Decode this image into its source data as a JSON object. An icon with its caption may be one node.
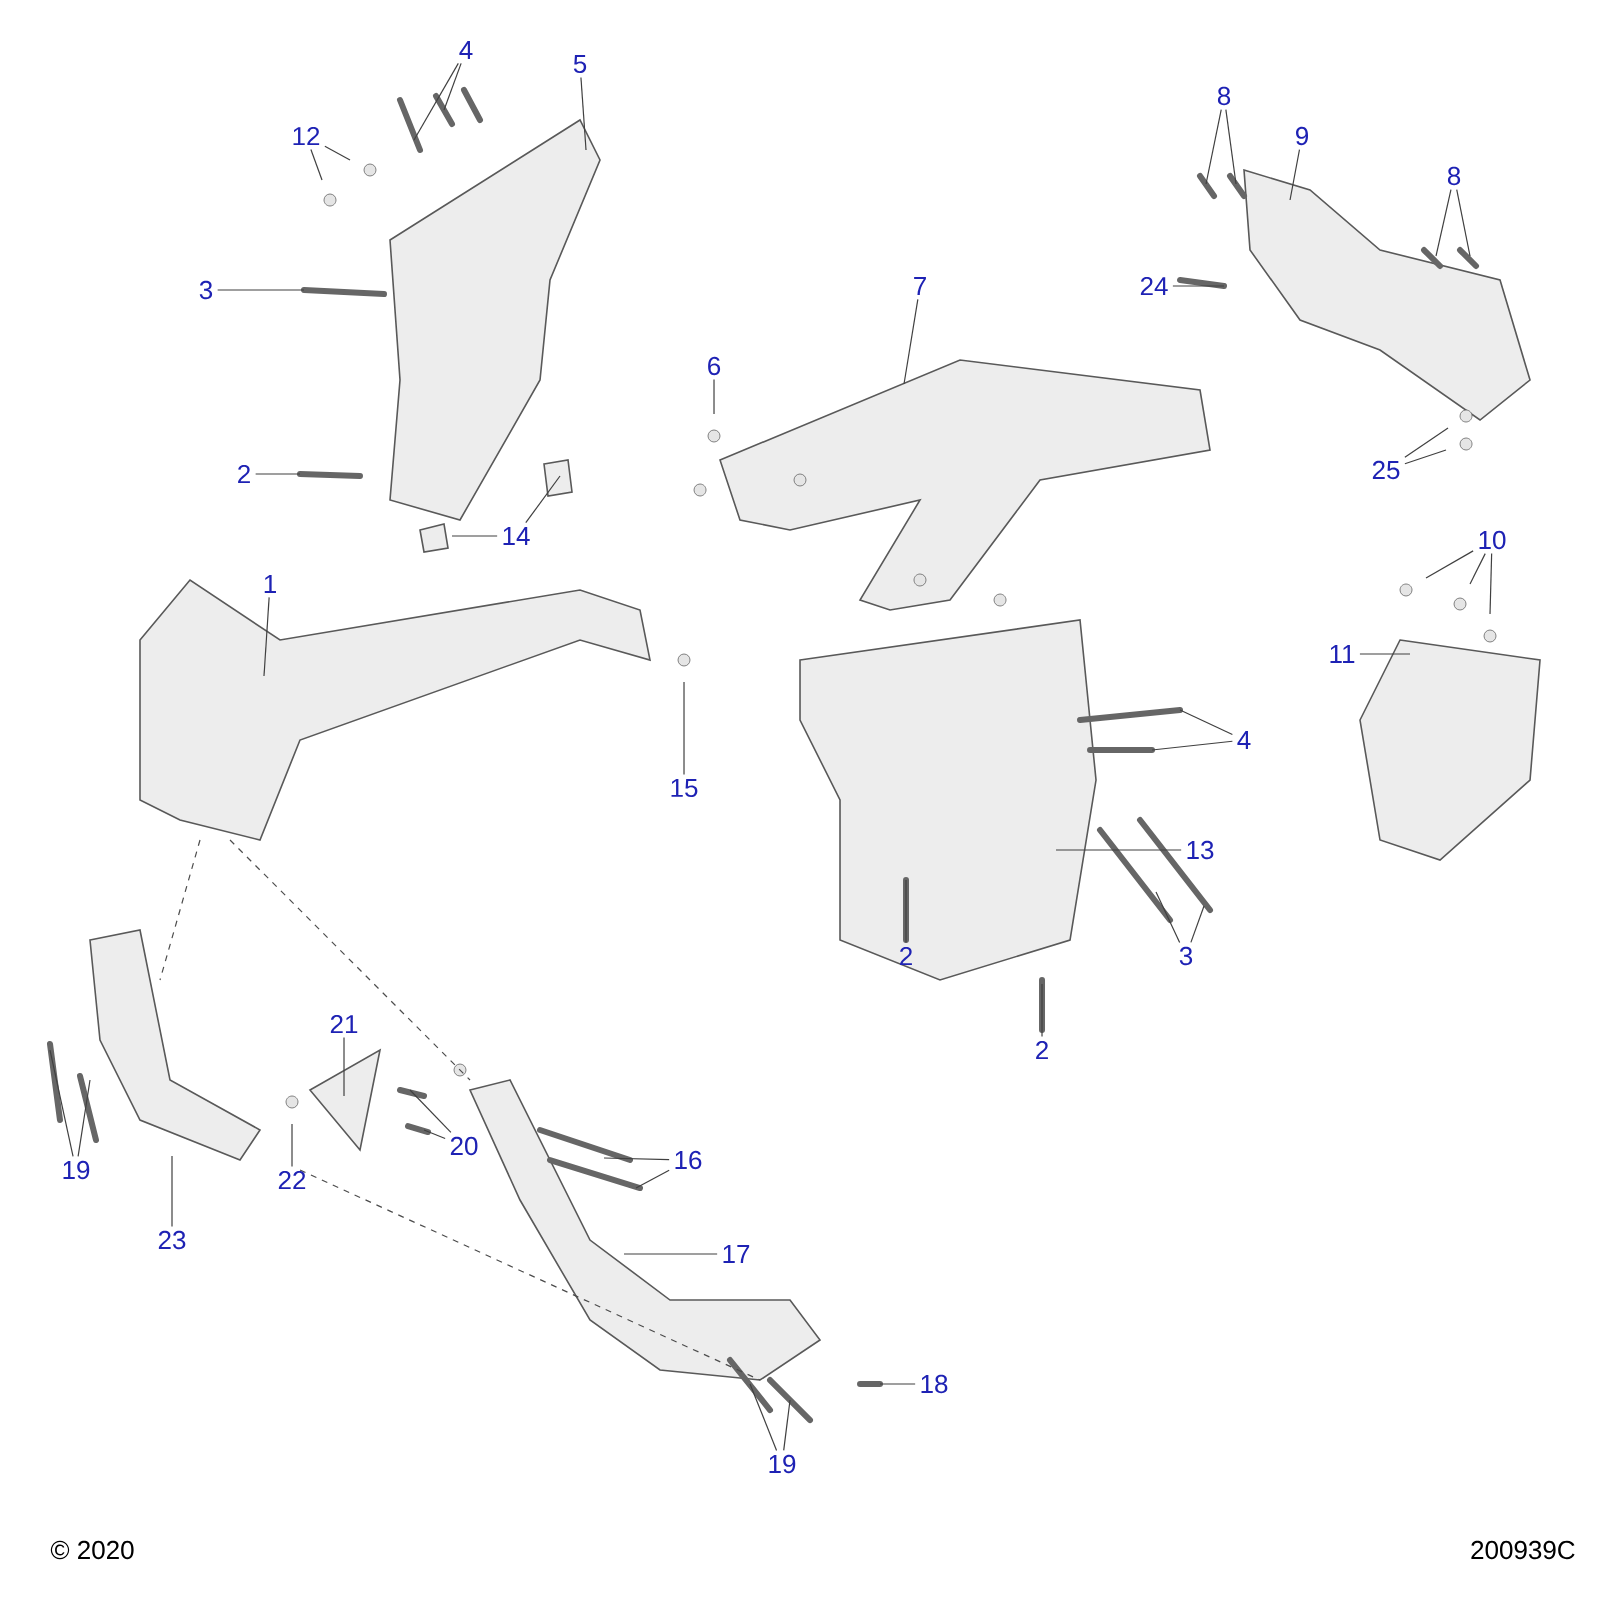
{
  "diagram": {
    "nodes": [
      {
        "text": [
          "4"
        ]
      },
      {
        "text": [
          "5"
        ]
      },
      {
        "text": [
          "8"
        ]
      },
      {
        "text": [
          "12"
        ]
      },
      {
        "text": [
          "9"
        ]
      },
      {
        "text": [
          "8"
        ]
      },
      {
        "text": [
          "3"
        ]
      },
      {
        "text": [
          "7"
        ]
      },
      {
        "text": [
          "24"
        ]
      },
      {
        "text": [
          "6"
        ]
      },
      {
        "text": [
          "25"
        ]
      },
      {
        "text": [
          "2"
        ]
      },
      {
        "text": [
          "14"
        ]
      },
      {
        "text": [
          "10"
        ]
      },
      {
        "text": [
          "1"
        ]
      },
      {
        "text": [
          "11"
        ]
      },
      {
        "text": [
          "4"
        ]
      },
      {
        "text": [
          "15"
        ]
      },
      {
        "text": [
          "13"
        ]
      },
      {
        "text": [
          "2"
        ]
      },
      {
        "text": [
          "3"
        ]
      },
      {
        "text": [
          "21"
        ]
      },
      {
        "text": [
          "2"
        ]
      },
      {
        "text": [
          "20"
        ]
      },
      {
        "text": [
          "16"
        ]
      },
      {
        "text": [
          "19"
        ]
      },
      {
        "text": [
          "22"
        ]
      },
      {
        "text": [
          "23"
        ]
      },
      {
        "text": [
          "17"
        ]
      },
      {
        "text": [
          "18"
        ]
      },
      {
        "text": [
          "19"
        ]
      }
    ],
    "edges": [
      {
        "from": 0,
        "to": null,
        "arrow": "none"
      },
      {
        "from": 0,
        "to": null,
        "arrow": "none"
      },
      {
        "from": 1,
        "to": null,
        "arrow": "none"
      },
      {
        "from": 2,
        "to": null,
        "arrow": "none"
      },
      {
        "from": 2,
        "to": null,
        "arrow": "none"
      },
      {
        "from": 3,
        "to": null,
        "arrow": "none"
      },
      {
        "from": 3,
        "to": null,
        "arrow": "none"
      },
      {
        "from": 4,
        "to": null,
        "arrow": "none"
      },
      {
        "from": 5,
        "to": null,
        "arrow": "none"
      },
      {
        "from": 5,
        "to": null,
        "arrow": "none"
      },
      {
        "from": 6,
        "to": null,
        "arrow": "none"
      },
      {
        "from": 7,
        "to": null,
        "arrow": "none"
      },
      {
        "from": 8,
        "to": null,
        "arrow": "none"
      },
      {
        "from": 9,
        "to": null,
        "arrow": "none"
      },
      {
        "from": 10,
        "to": null,
        "arrow": "none"
      },
      {
        "from": 10,
        "to": null,
        "arrow": "none"
      },
      {
        "from": 11,
        "to": null,
        "arrow": "none"
      },
      {
        "from": 12,
        "to": null,
        "arrow": "none"
      },
      {
        "from": 12,
        "to": null,
        "arrow": "none"
      },
      {
        "from": 13,
        "to": null,
        "arrow": "none"
      },
      {
        "from": 13,
        "to": null,
        "arrow": "none"
      },
      {
        "from": 13,
        "to": null,
        "arrow": "none"
      },
      {
        "from": 14,
        "to": null,
        "arrow": "none"
      },
      {
        "from": 15,
        "to": null,
        "arrow": "none"
      },
      {
        "from": 16,
        "to": null,
        "arrow": "none"
      },
      {
        "from": 16,
        "to": null,
        "arrow": "none"
      },
      {
        "from": 17,
        "to": null,
        "arrow": "none"
      },
      {
        "from": 18,
        "to": null,
        "arrow": "none"
      },
      {
        "from": 19,
        "to": null,
        "arrow": "none"
      },
      {
        "from": 20,
        "to": null,
        "arrow": "none"
      },
      {
        "from": 20,
        "to": null,
        "arrow": "none"
      },
      {
        "from": 21,
        "to": null,
        "arrow": "none"
      },
      {
        "from": 22,
        "to": null,
        "arrow": "none"
      },
      {
        "from": 23,
        "to": null,
        "arrow": "none"
      },
      {
        "from": 23,
        "to": null,
        "arrow": "none"
      },
      {
        "from": 24,
        "to": null,
        "arrow": "none"
      },
      {
        "from": 24,
        "to": null,
        "arrow": "none"
      },
      {
        "from": 25,
        "to": null,
        "arrow": "none"
      },
      {
        "from": 25,
        "to": null,
        "arrow": "none"
      },
      {
        "from": 26,
        "to": null,
        "arrow": "none"
      },
      {
        "from": 27,
        "to": null,
        "arrow": "none"
      },
      {
        "from": 28,
        "to": null,
        "arrow": "none"
      },
      {
        "from": 29,
        "to": null,
        "arrow": "none"
      },
      {
        "from": 30,
        "to": null,
        "arrow": "none"
      },
      {
        "from": 30,
        "to": null,
        "arrow": "none"
      }
    ],
    "labels": [
      "© 2020",
      "200939C"
    ]
  }
}
